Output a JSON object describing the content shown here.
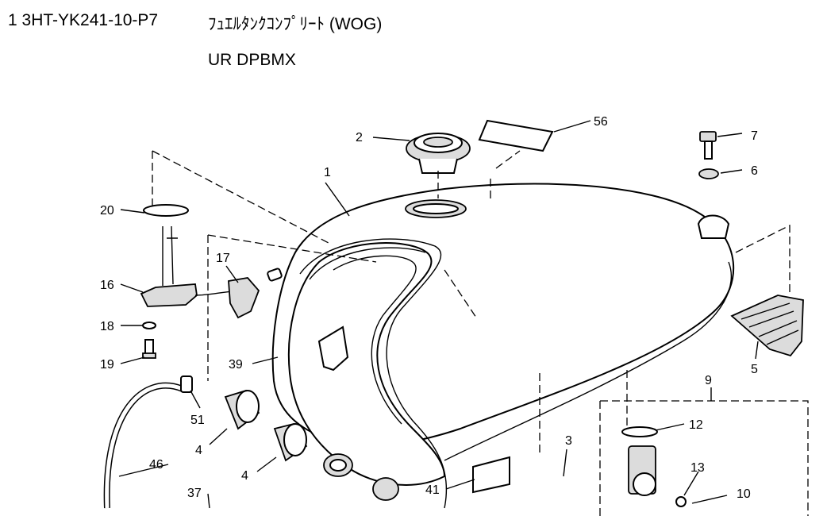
{
  "header": {
    "part_number": "1 3HT-YK241-10-P7",
    "part_name": "ﾌｭｴﾙﾀﾝｸｺﾝﾌﾟﾘｰﾄ (WOG)",
    "variant": "UR DPBMX"
  },
  "callouts": {
    "c1": "1",
    "c2": "2",
    "c3": "3",
    "c4a": "4",
    "c4b": "4",
    "c5": "5",
    "c6": "6",
    "c7": "7",
    "c9": "9",
    "c10": "10",
    "c12": "12",
    "c13": "13",
    "c16": "16",
    "c17": "17",
    "c18": "18",
    "c19": "19",
    "c20": "20",
    "c37": "37",
    "c39": "39",
    "c41": "41",
    "c46": "46",
    "c51": "51",
    "c56": "56"
  }
}
